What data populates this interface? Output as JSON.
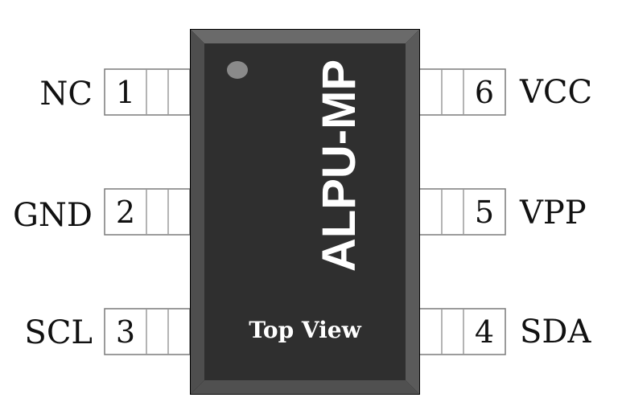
{
  "chip": {
    "name": "ALPU-MP",
    "view_label": "Top View",
    "colors": {
      "body": "#2f2f2f",
      "bevel": "#5a5a5a",
      "pin1_dot": "#8a8a8a"
    }
  },
  "pins": [
    {
      "number": "1",
      "label": "NC",
      "side": "left"
    },
    {
      "number": "2",
      "label": "GND",
      "side": "left"
    },
    {
      "number": "3",
      "label": "SCL",
      "side": "left"
    },
    {
      "number": "4",
      "label": "SDA",
      "side": "right"
    },
    {
      "number": "5",
      "label": "VPP",
      "side": "right"
    },
    {
      "number": "6",
      "label": "VCC",
      "side": "right"
    }
  ]
}
